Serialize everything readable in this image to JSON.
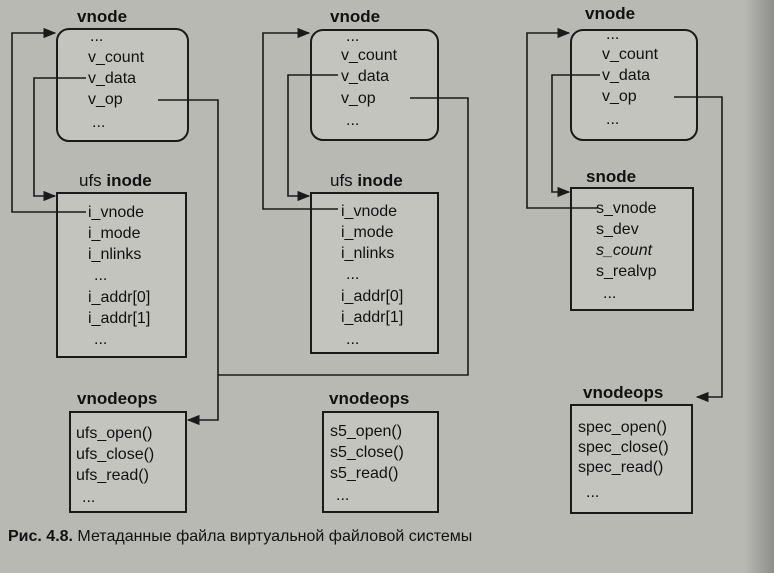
{
  "diagram": {
    "columns": [
      {
        "vnode": {
          "title": "vnode",
          "fields": [
            "...",
            "v_count",
            "v_data",
            "v_op",
            "..."
          ]
        },
        "inode": {
          "title_prefix": "ufs ",
          "title_bold": "inode",
          "fields": [
            "i_vnode",
            "i_mode",
            "i_nlinks",
            "...",
            "i_addr[0]",
            "i_addr[1]",
            "..."
          ]
        },
        "vnodeops": {
          "title": "vnodeops",
          "fields": [
            "ufs_open()",
            "ufs_close()",
            "ufs_read()",
            "..."
          ]
        }
      },
      {
        "vnode": {
          "title": "vnode",
          "fields": [
            "...",
            "v_count",
            "v_data",
            "v_op",
            "..."
          ]
        },
        "inode": {
          "title_prefix": "ufs ",
          "title_bold": "inode",
          "fields": [
            "i_vnode",
            "i_mode",
            "i_nlinks",
            "...",
            "i_addr[0]",
            "i_addr[1]",
            "..."
          ]
        },
        "vnodeops": {
          "title": "vnodeops",
          "fields": [
            "s5_open()",
            "s5_close()",
            "s5_read()",
            "..."
          ]
        }
      },
      {
        "vnode": {
          "title": "vnode",
          "fields": [
            "...",
            "v_count",
            "v_data",
            "v_op",
            "..."
          ]
        },
        "snode": {
          "title": "snode",
          "fields": [
            "s_vnode",
            "s_dev",
            "s_count",
            "s_realvp",
            "..."
          ]
        },
        "vnodeops": {
          "title": "vnodeops",
          "fields": [
            "spec_open()",
            "spec_close()",
            "spec_read()",
            "..."
          ]
        }
      }
    ]
  },
  "caption": {
    "label": "Рис. 4.8.",
    "text": " Метаданные файла виртуальной файловой системы"
  }
}
